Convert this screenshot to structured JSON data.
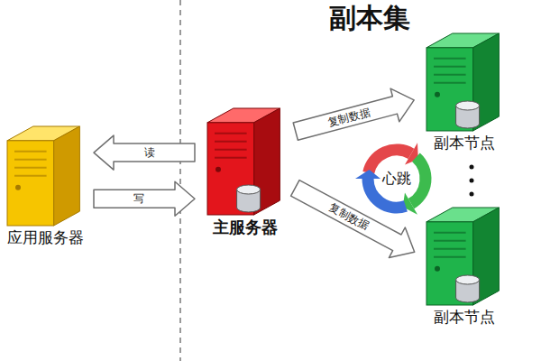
{
  "diagram": {
    "title": "副本集",
    "nodes": [
      {
        "text": [
          "应用服务器"
        ]
      },
      {
        "text": [
          "主服务器"
        ]
      },
      {
        "text": [
          "副本节点"
        ]
      },
      {
        "text": [
          "副本节点"
        ]
      },
      {
        "text": [
          "心跳"
        ]
      }
    ],
    "edges": [
      {
        "from": 1,
        "to": 0,
        "arrow": "to",
        "label": "读"
      },
      {
        "from": 0,
        "to": 1,
        "arrow": "to",
        "label": "写"
      },
      {
        "from": 1,
        "to": 2,
        "arrow": "to",
        "label": "复制数据"
      },
      {
        "from": 1,
        "to": 3,
        "arrow": "to",
        "label": "复制数据"
      }
    ]
  }
}
